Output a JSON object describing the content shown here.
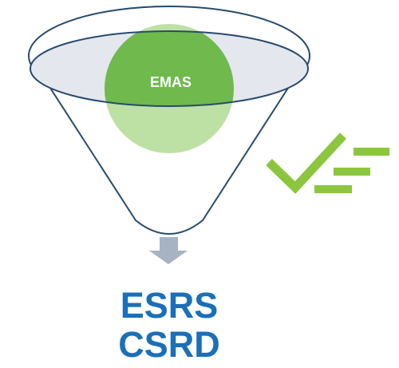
{
  "funnel": {
    "circle_label": "EMAS"
  },
  "output": {
    "line1": "ESRS",
    "line2": "CSRD"
  },
  "colors": {
    "funnel_outline": "#274b6d",
    "funnel_fill": "#ffffff",
    "funnel_rim_fill": "#e4e7ed",
    "circle_top": "#6fb94d",
    "circle_bottom": "#bde1a4",
    "arrow": "#a7b2c3",
    "check": "#8cc63f",
    "output_text": "#1a6fb8",
    "circle_label": "#ffffff"
  }
}
